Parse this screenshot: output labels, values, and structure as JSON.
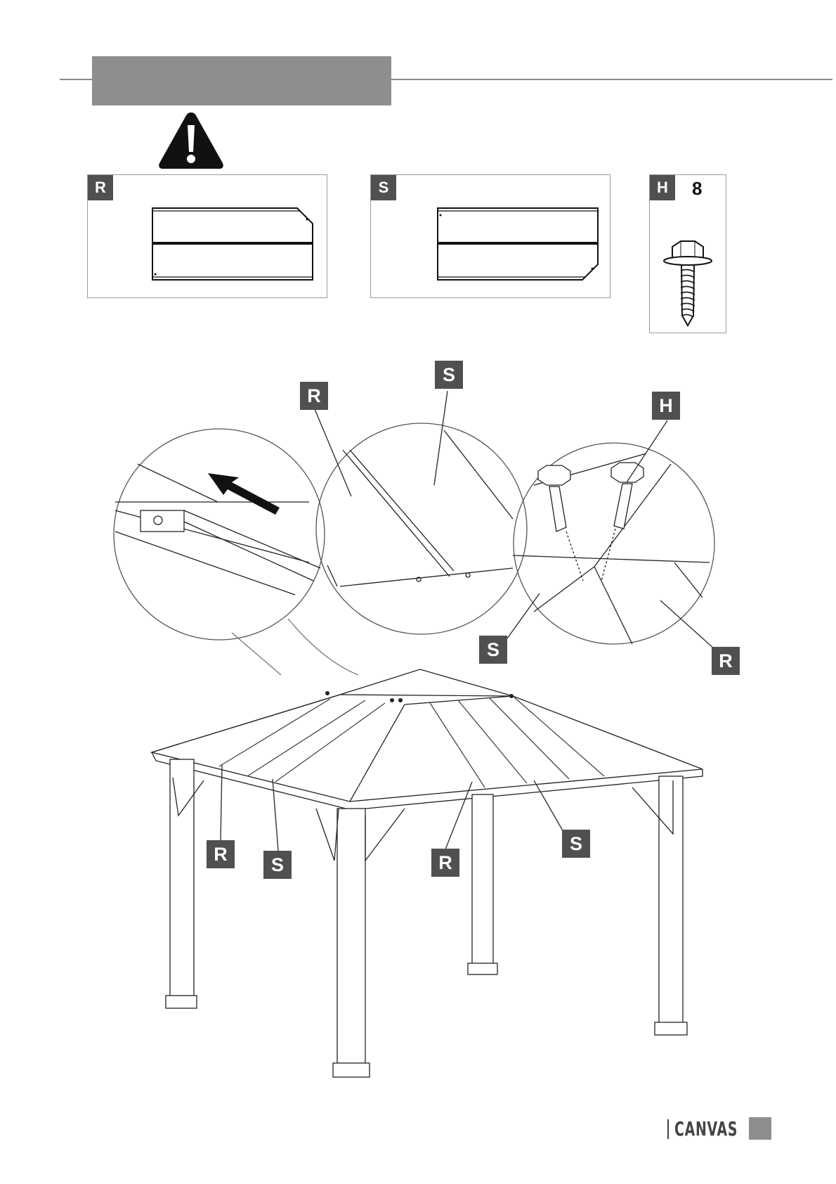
{
  "header": {
    "title": ""
  },
  "parts": {
    "r": {
      "letter": "R"
    },
    "s": {
      "letter": "S"
    },
    "h": {
      "letter": "H",
      "quantity": "8"
    }
  },
  "callouts": {
    "detail_r": "R",
    "detail_s": "S",
    "detail_h": "H",
    "detail_s2": "S",
    "detail_r2": "R",
    "main_r1": "R",
    "main_s1": "S",
    "main_r2": "R",
    "main_s2": "S"
  },
  "footer": {
    "brand": "CANVAS"
  },
  "icons": {
    "warning": "warning-triangle-icon",
    "arrow": "arrow-icon"
  }
}
